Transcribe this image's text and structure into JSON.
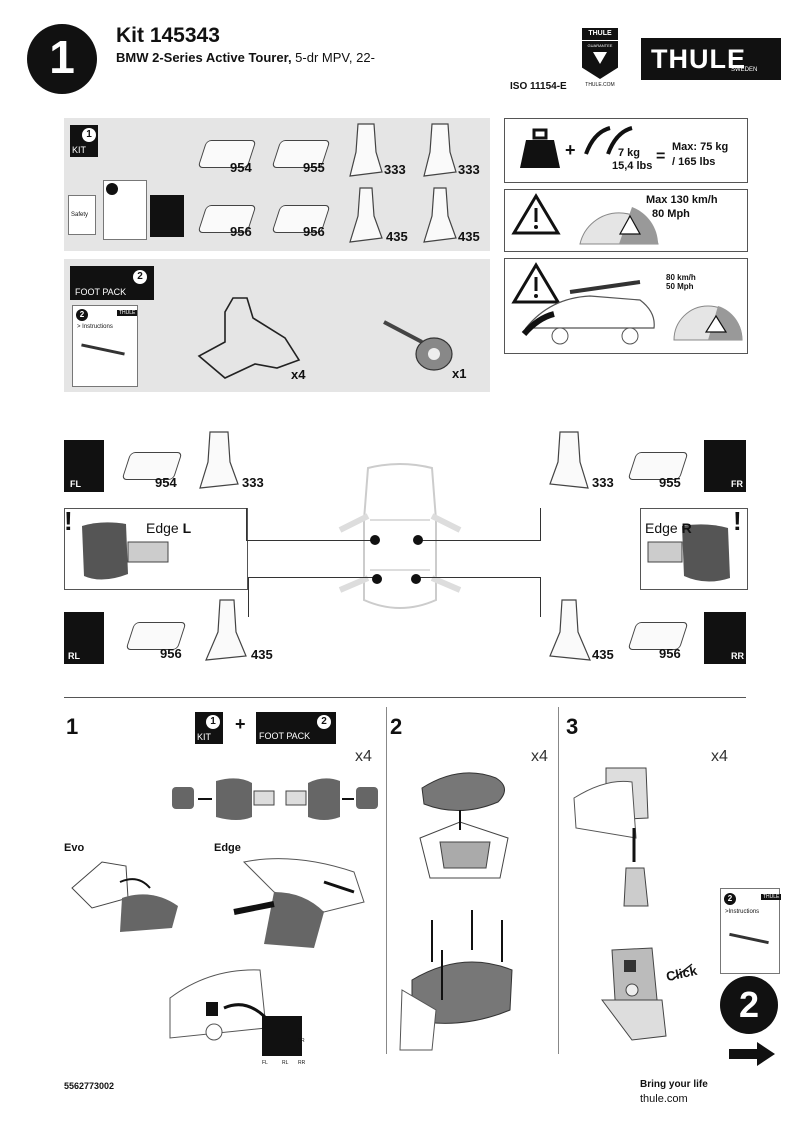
{
  "header": {
    "step_number": "1",
    "kit_title": "Kit 145343",
    "vehicle_bold": "BMW 2-Series Active Tourer,",
    "vehicle_rest": " 5-dr MPV, 22-",
    "iso": "ISO 11154-E",
    "guarantee_top": "THULE",
    "guarantee_mid": "GUARANTEE",
    "guarantee_bottom": "THULE.COM",
    "brand": "THULE",
    "brand_sub": "SWEDEN"
  },
  "kit_panel": {
    "badge_num": "1",
    "badge_label": "KIT",
    "safety": "Safety",
    "part_numbers": [
      "954",
      "955",
      "333",
      "333",
      "956",
      "956",
      "435",
      "435"
    ]
  },
  "foot_pack": {
    "badge_num": "2",
    "badge_label": "FOOT PACK",
    "book_num": "2",
    "book_label": "> Instructions",
    "book_brand": "THULE",
    "qty_pad": "x4",
    "qty_tool": "x1"
  },
  "load_info": {
    "weight1": "7 kg",
    "weight2": "15,4 lbs",
    "equals": "=",
    "max1": "Max: 75 kg",
    "max2": "/ 165 lbs",
    "plus": "+"
  },
  "speed_info": {
    "max1": "Max  130 km/h",
    "max2": "80 Mph"
  },
  "wind_info": {
    "speed1": "80 km/h",
    "speed2": "50 Mph"
  },
  "positions": {
    "fl": {
      "tag": "FL",
      "pad": "954",
      "foot": "333"
    },
    "fr": {
      "tag": "FR",
      "pad": "955",
      "foot": "333"
    },
    "rl": {
      "tag": "RL",
      "pad": "956",
      "foot": "435"
    },
    "rr": {
      "tag": "RR",
      "pad": "956",
      "foot": "435"
    },
    "edge_l_word": "Edge ",
    "edge_l_side": "L",
    "edge_r_word": "Edge ",
    "edge_r_side": "R"
  },
  "steps": {
    "s1": {
      "num": "1",
      "qty": "x4",
      "kit_num": "1",
      "kit_label": "KIT",
      "plus": "+",
      "fp_num": "2",
      "fp_label": "FOOT PACK",
      "evo": "Evo",
      "edge": "Edge",
      "fl": "FL",
      "fr": "FR",
      "rl": "RL",
      "rr": "RR"
    },
    "s2": {
      "num": "2",
      "qty": "x4"
    },
    "s3": {
      "num": "3",
      "qty": "x4",
      "click": "Click",
      "book_num": "2",
      "book_brand": "THULE",
      "book_label": ">Instructions"
    }
  },
  "next_step": "2",
  "footer": {
    "doc_number": "5562773002",
    "tagline": "Bring your life",
    "url": "thule.com"
  }
}
